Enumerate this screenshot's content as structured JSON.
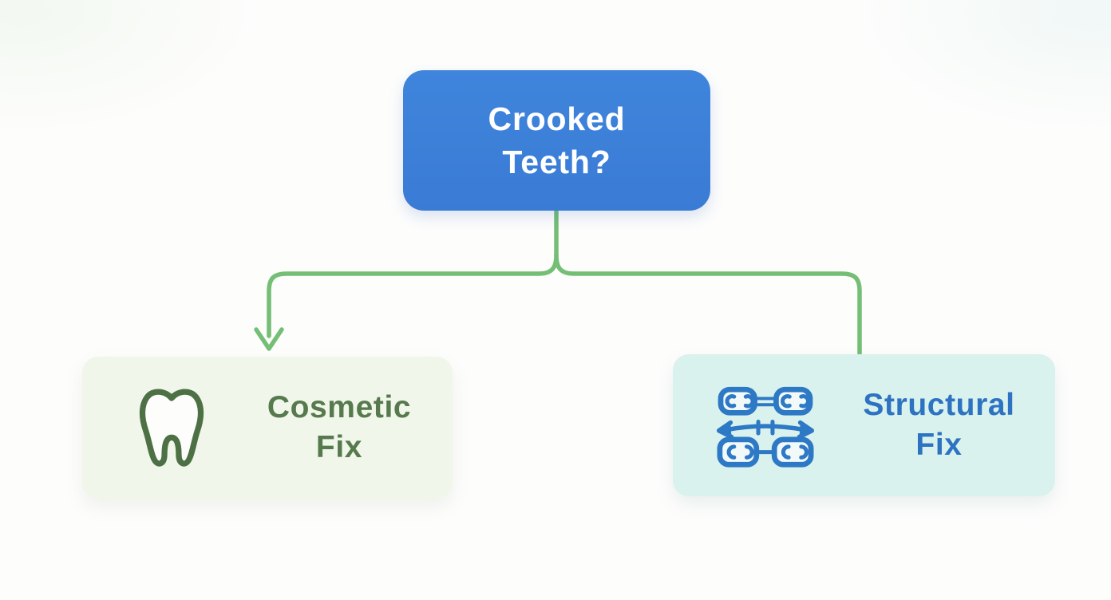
{
  "page": {
    "background_color": "#fdfdfc",
    "type": "decision-flowchart"
  },
  "diagram": {
    "root": {
      "lines": [
        "Crooked",
        "Teeth?"
      ],
      "bg_color": "#3a7bd5",
      "text_color": "#ffffff"
    },
    "connector": {
      "color": "#74bf75",
      "shape": "rounded-elbow-fork",
      "left_end": "arrowhead",
      "right_end": "plain"
    },
    "branches": [
      {
        "id": "cosmetic",
        "lines": [
          "Cosmetic",
          "Fix"
        ],
        "icon": "tooth-icon",
        "bg_color": "#f1f6ea",
        "text_color": "#567a4e",
        "icon_color": "#4d7145"
      },
      {
        "id": "structural",
        "lines": [
          "Structural",
          "Fix"
        ],
        "icon": "braces-icon",
        "bg_color": "#d9f2ee",
        "text_color": "#2d73c2",
        "icon_color": "#2e79c5"
      }
    ]
  }
}
